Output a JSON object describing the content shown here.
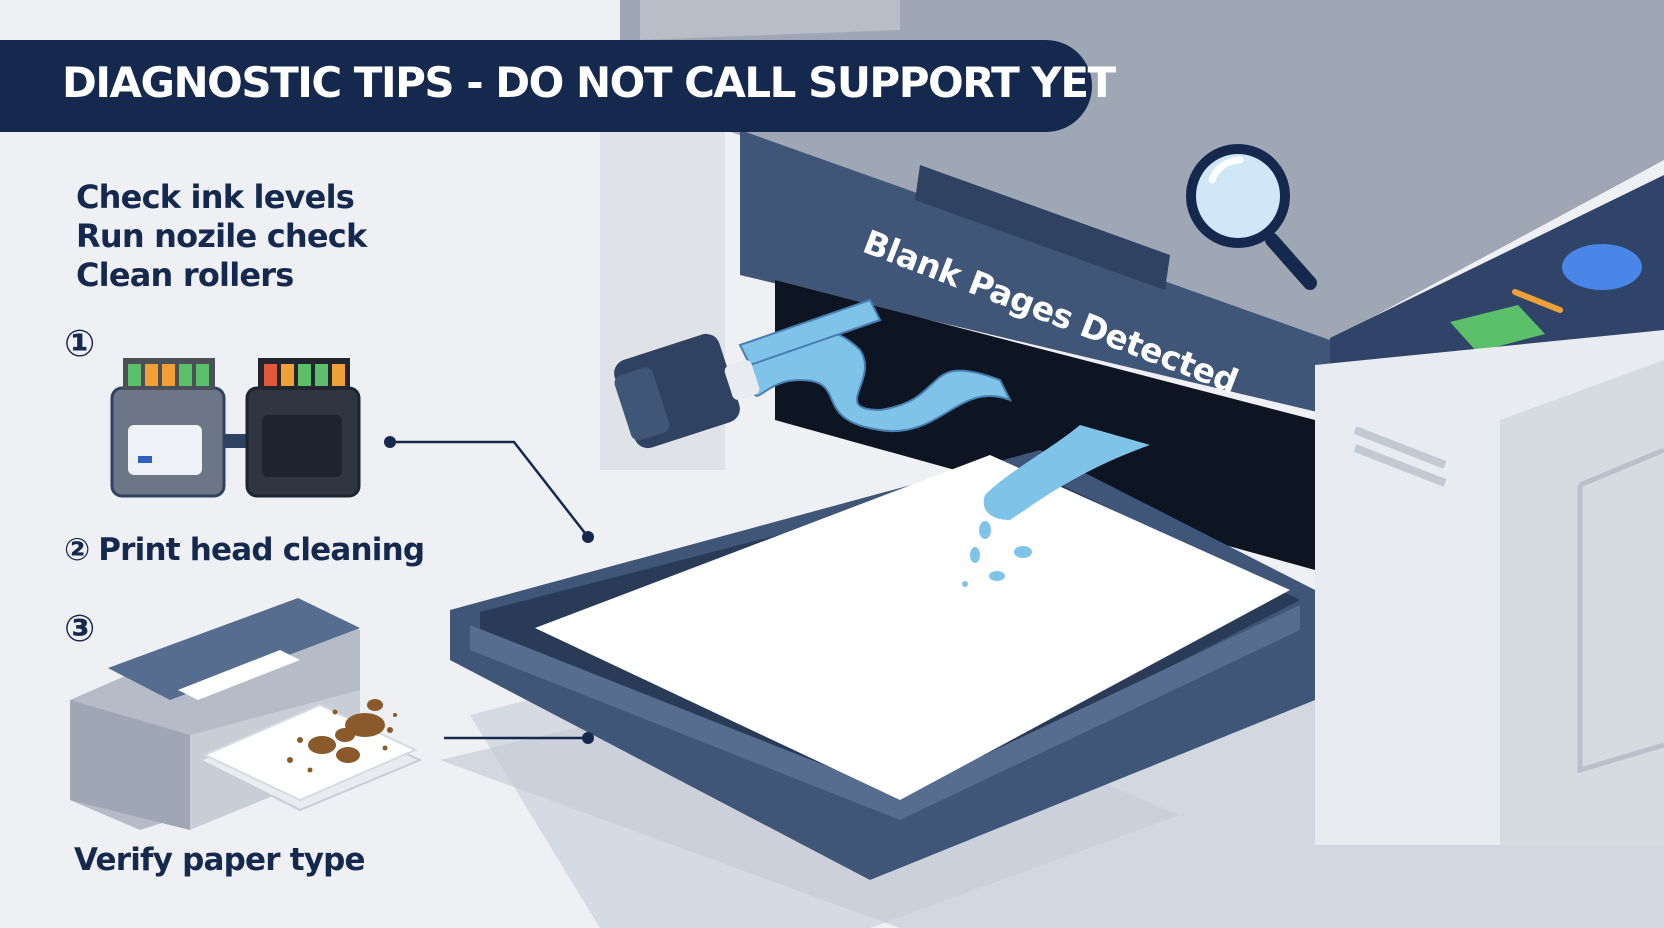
{
  "title": "DIAGNOSTIC TIPS - DO NOT CALL SUPPORT YET",
  "tips": [
    "Check ink levels",
    "Run nozile check",
    "Clean rollers"
  ],
  "steps": [
    {
      "number": "①",
      "icon": "ink-cartridges-icon"
    },
    {
      "number": "②",
      "label": "Print head cleaning"
    },
    {
      "number": "③",
      "label": "Verify paper type",
      "icon": "mini-printer-smudged-paper-icon"
    }
  ],
  "printer": {
    "status_text": "Blank Pages Detected",
    "icon": "magnifier-icon"
  },
  "colors": {
    "navy": "#15294f",
    "printer_body": "#3f5678",
    "printer_light": "#e8ebef",
    "ink_blue": "#7fc4e8",
    "button_blue": "#4a86e8",
    "button_green": "#5cbf6a",
    "button_orange": "#f0a036"
  }
}
